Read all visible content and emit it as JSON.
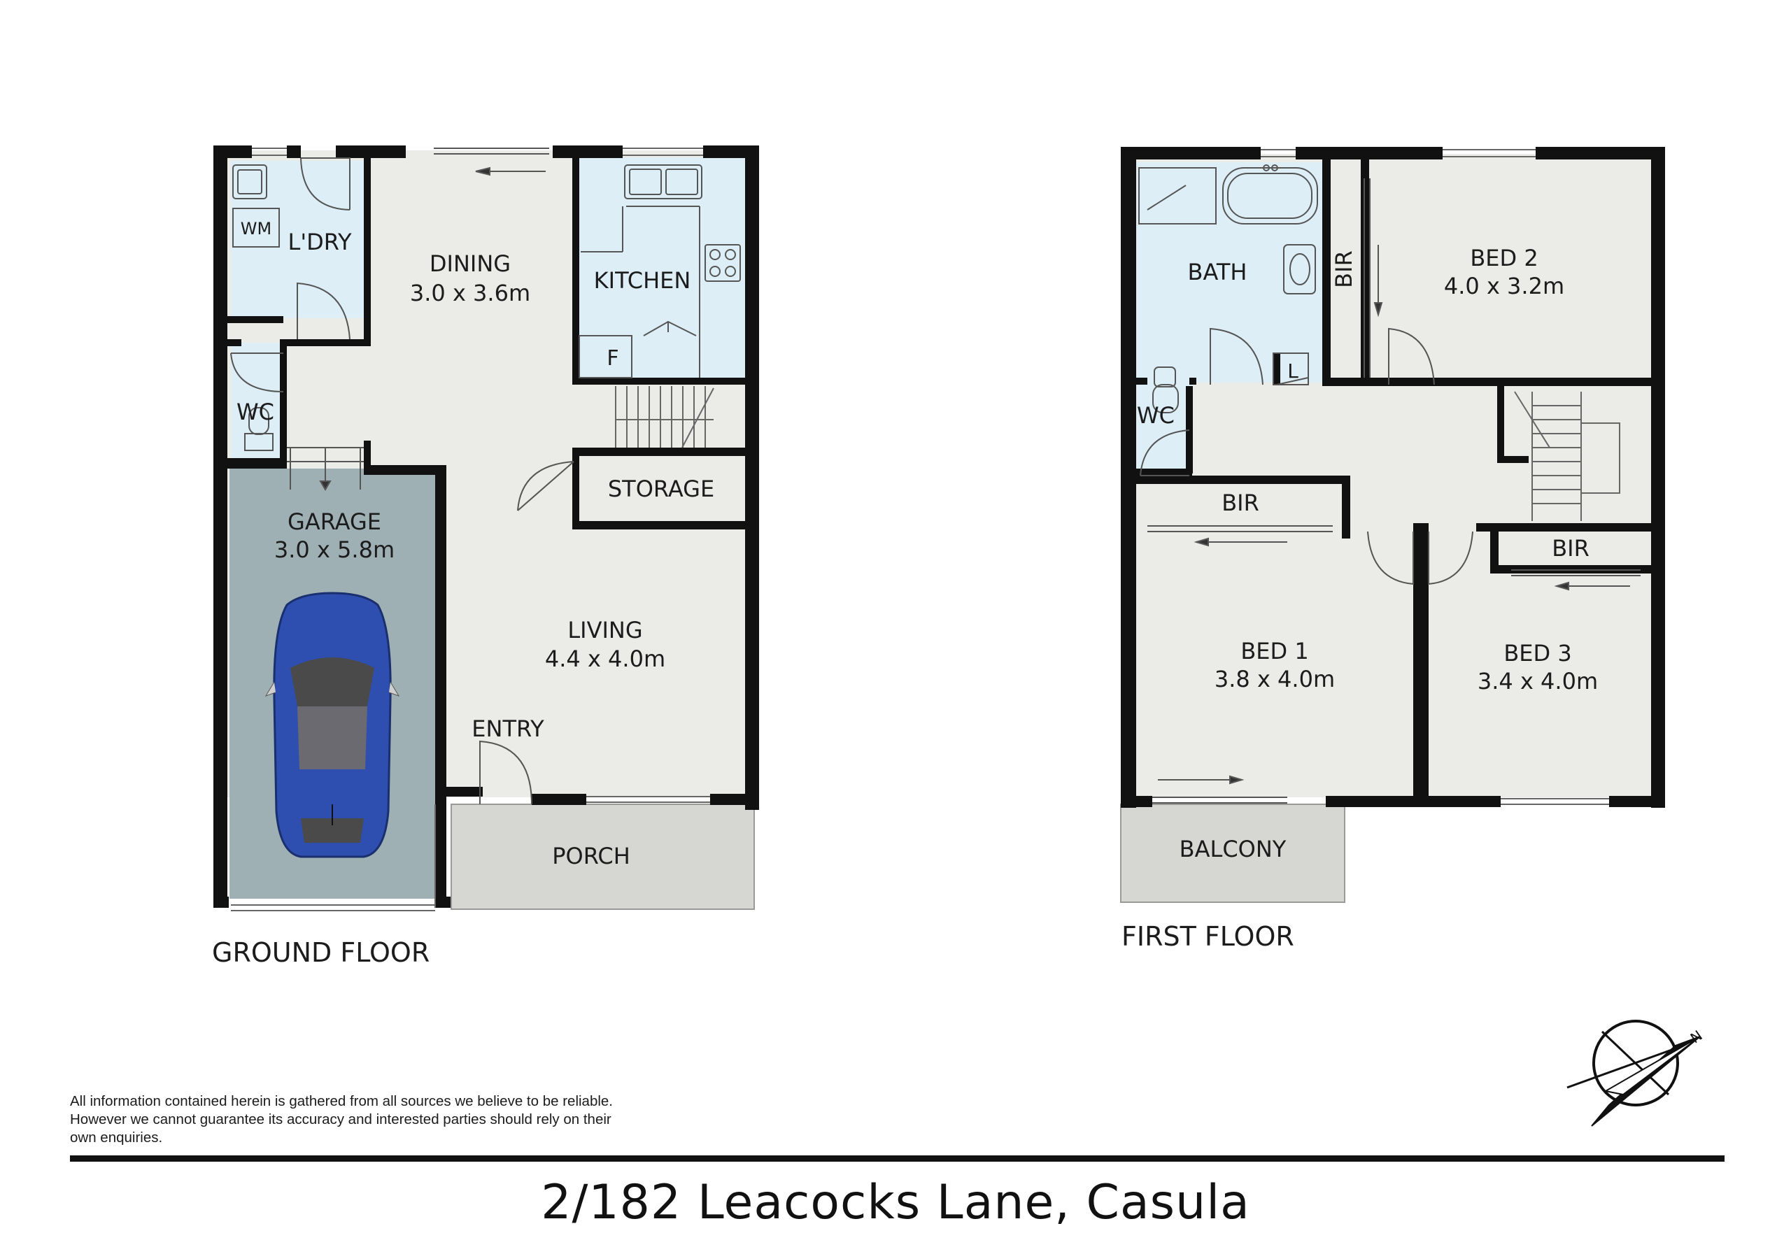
{
  "ground_floor": {
    "title": "GROUND FLOOR",
    "rooms": {
      "laundry": {
        "name": "L'DRY"
      },
      "wc": {
        "name": "WC"
      },
      "dining": {
        "name": "DINING",
        "size": "3.0 x 3.6m"
      },
      "kitchen": {
        "name": "KITCHEN"
      },
      "storage": {
        "name": "STORAGE"
      },
      "garage": {
        "name": "GARAGE",
        "size": "3.0 x 5.8m"
      },
      "living": {
        "name": "LIVING",
        "size": "4.4 x 4.0m"
      },
      "entry": {
        "name": "ENTRY"
      },
      "porch": {
        "name": "PORCH"
      }
    },
    "fixtures": {
      "washing_machine": "WM",
      "fridge": "F"
    }
  },
  "first_floor": {
    "title": "FIRST FLOOR",
    "rooms": {
      "bath": {
        "name": "BATH"
      },
      "wc": {
        "name": "WC"
      },
      "linen": {
        "name": "L"
      },
      "bed2": {
        "name": "BED 2",
        "size": "4.0 x 3.2m"
      },
      "bed2_bir": {
        "name": "BIR"
      },
      "bed1_bir": {
        "name": "BIR"
      },
      "bed1": {
        "name": "BED 1",
        "size": "3.8 x 4.0m"
      },
      "bed3_bir": {
        "name": "BIR"
      },
      "bed3": {
        "name": "BED 3",
        "size": "3.4 x 4.0m"
      },
      "balcony": {
        "name": "BALCONY"
      }
    }
  },
  "compass": {
    "north_label": "N"
  },
  "disclaimer": "All information contained herein is gathered from all sources we believe to be reliable. However we cannot guarantee its accuracy and interested parties should rely on their own enquiries.",
  "address": "2/182 Leacocks Lane, Casula",
  "colors": {
    "wall": "#111111",
    "floor": "#ebebe8",
    "wet_area": "#ddeef6",
    "garage": "#9fb0b5",
    "outdoor": "#d6d6d2",
    "car": "#2f4fb0"
  }
}
